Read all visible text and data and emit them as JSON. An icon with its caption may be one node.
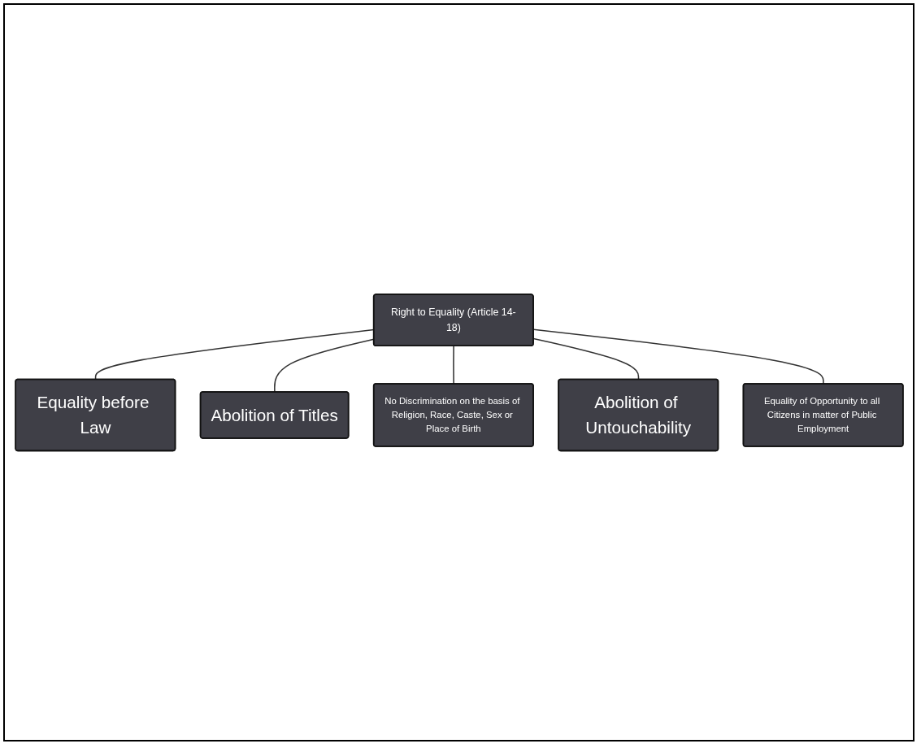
{
  "diagram": {
    "nodes": [
      {
        "text": [
          "Equality before Law"
        ]
      },
      {
        "text": [
          "Abolition of Titles"
        ]
      },
      {
        "text": [
          "Right to Equality (Article 14-18)"
        ]
      },
      {
        "text": [
          "No Discrimination on the basis of Religion, Race, Caste, Sex or Place of Birth"
        ]
      },
      {
        "text": [
          "Abolition of Untouchability"
        ]
      },
      {
        "text": [
          "Equality of Opportunity to all Citizens in matter of Public Employment"
        ]
      }
    ],
    "edges": [
      {
        "from": 2,
        "to": 0,
        "arrow": "none"
      },
      {
        "from": 2,
        "to": 1,
        "arrow": "none"
      },
      {
        "from": 2,
        "to": 3,
        "arrow": "none"
      },
      {
        "from": 2,
        "to": 4,
        "arrow": "none"
      },
      {
        "from": 2,
        "to": 5,
        "arrow": "none"
      }
    ]
  }
}
